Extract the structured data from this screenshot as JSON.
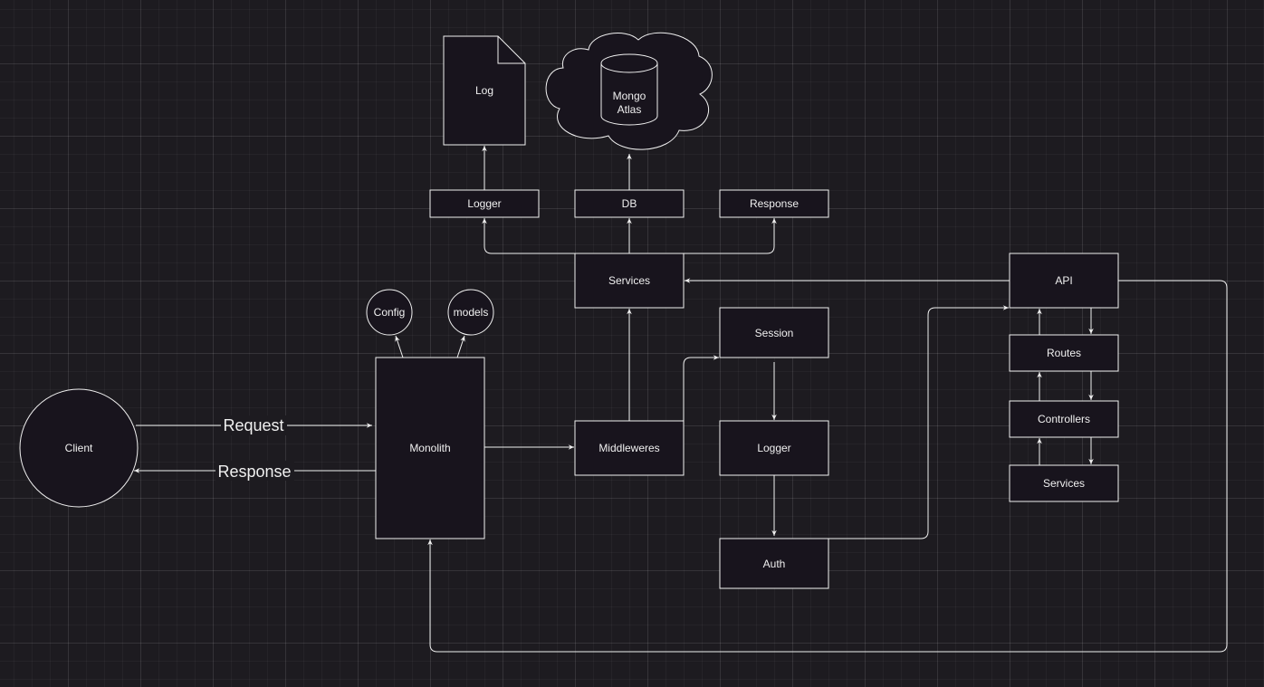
{
  "diagram": {
    "nodes": {
      "client": "Client",
      "monolith": "Monolith",
      "config": "Config",
      "models": "models",
      "middleweres": "Middleweres",
      "services_top": "Services",
      "logger_top": "Logger",
      "db": "DB",
      "response_box": "Response",
      "log_doc": "Log",
      "mongo_line1": "Mongo",
      "mongo_line2": "Atlas",
      "session": "Session",
      "logger_mid": "Logger",
      "auth": "Auth",
      "api": "API",
      "routes": "Routes",
      "controllers": "Controllers",
      "services_right": "Services"
    },
    "edges": {
      "request": "Request",
      "response": "Response"
    }
  }
}
